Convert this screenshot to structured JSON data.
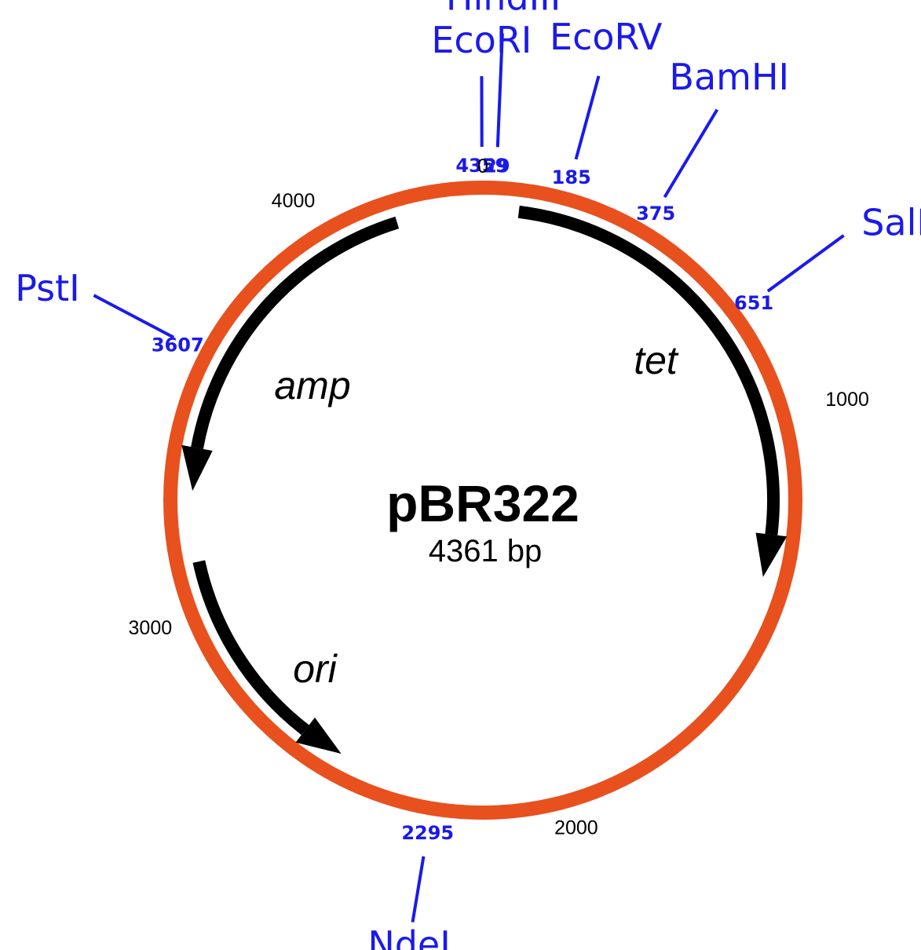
{
  "plasmid": {
    "name": "pBR322",
    "size_label": "4361 bp",
    "length": 4361,
    "backbone_color": "#e8501e",
    "feature_color": "#000000",
    "site_color": "#1a1aeb"
  },
  "ticks": [
    {
      "label": "0",
      "pos": 0
    },
    {
      "label": "1000",
      "pos": 1000
    },
    {
      "label": "2000",
      "pos": 2000
    },
    {
      "label": "3000",
      "pos": 3000
    },
    {
      "label": "4000",
      "pos": 4000
    }
  ],
  "sites": [
    {
      "name": "EcoRI",
      "pos": 4359,
      "pos_label": "4359"
    },
    {
      "name": "HindIII",
      "pos": 29,
      "pos_label": "29"
    },
    {
      "name": "EcoRV",
      "pos": 185,
      "pos_label": "185"
    },
    {
      "name": "BamHI",
      "pos": 375,
      "pos_label": "375"
    },
    {
      "name": "SalI",
      "pos": 651,
      "pos_label": "651"
    },
    {
      "name": "NdeI",
      "pos": 2295,
      "pos_label": "2295"
    },
    {
      "name": "PstI",
      "pos": 3607,
      "pos_label": "3607"
    }
  ],
  "features": [
    {
      "name": "tet",
      "start": 86,
      "end": 1276,
      "direction": "forward"
    },
    {
      "name": "amp",
      "start": 3293,
      "end": 4153,
      "direction": "reverse"
    },
    {
      "name": "ori",
      "start": 2534,
      "end": 3123,
      "direction": "reverse"
    }
  ]
}
